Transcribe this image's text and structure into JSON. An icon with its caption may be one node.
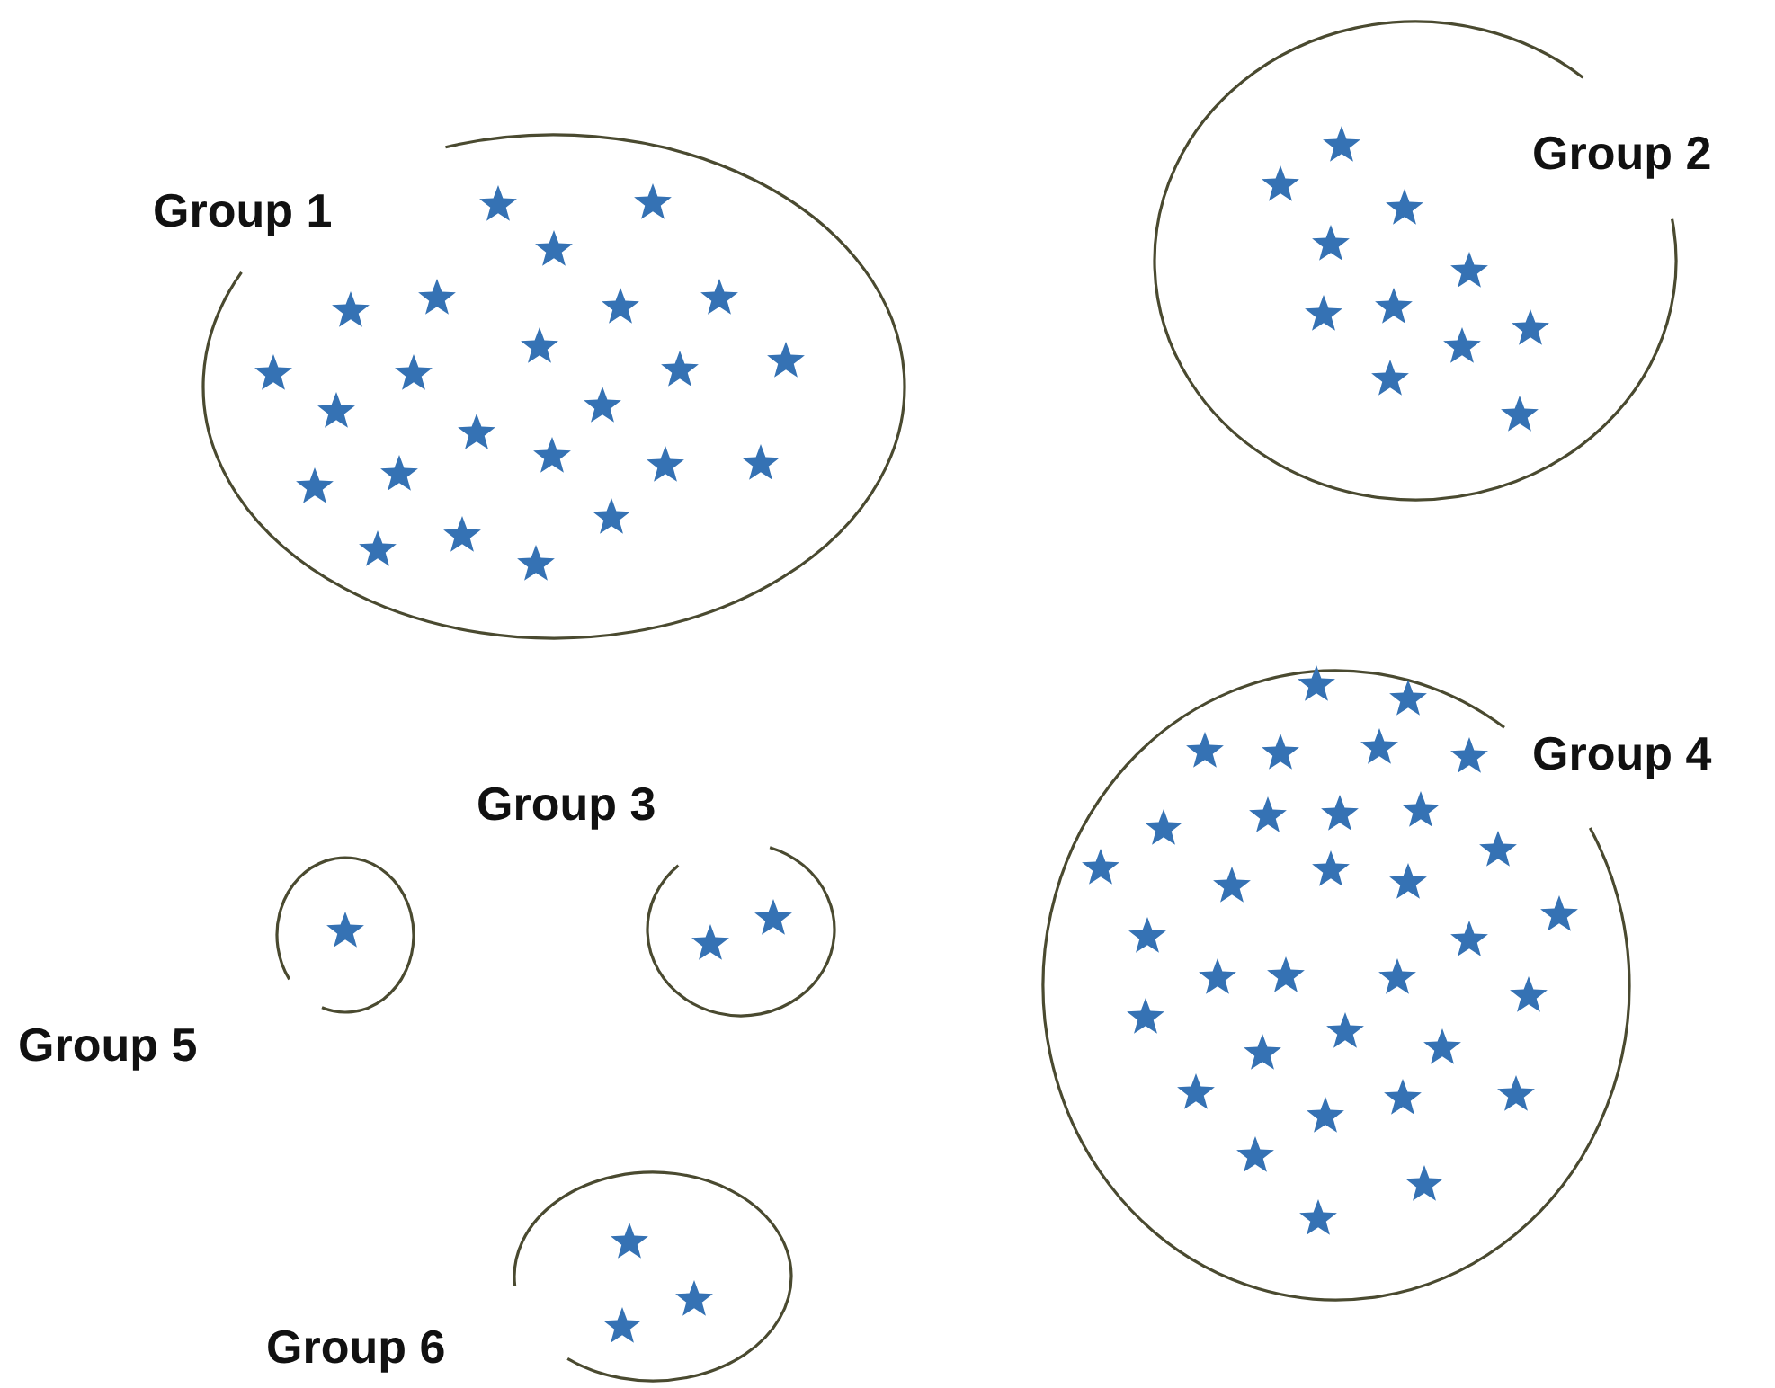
{
  "diagram": {
    "nodes": [
      {
        "text": [
          "Group 1"
        ]
      },
      {
        "text": [],
        "shape": "star",
        "in": 0
      },
      {
        "text": [],
        "shape": "star",
        "in": 0
      },
      {
        "text": [],
        "shape": "star",
        "in": 0
      },
      {
        "text": [],
        "shape": "star",
        "in": 0
      },
      {
        "text": [],
        "shape": "star",
        "in": 0
      },
      {
        "text": [],
        "shape": "star",
        "in": 0
      },
      {
        "text": [],
        "shape": "star",
        "in": 0
      },
      {
        "text": [],
        "shape": "star",
        "in": 0
      },
      {
        "text": [],
        "shape": "star",
        "in": 0
      },
      {
        "text": [],
        "shape": "star",
        "in": 0
      },
      {
        "text": [],
        "shape": "star",
        "in": 0
      },
      {
        "text": [],
        "shape": "star",
        "in": 0
      },
      {
        "text": [],
        "shape": "star",
        "in": 0
      },
      {
        "text": [],
        "shape": "star",
        "in": 0
      },
      {
        "text": [],
        "shape": "star",
        "in": 0
      },
      {
        "text": [],
        "shape": "star",
        "in": 0
      },
      {
        "text": [],
        "shape": "star",
        "in": 0
      },
      {
        "text": [],
        "shape": "star",
        "in": 0
      },
      {
        "text": [],
        "shape": "star",
        "in": 0
      },
      {
        "text": [],
        "shape": "star",
        "in": 0
      },
      {
        "text": [],
        "shape": "star",
        "in": 0
      },
      {
        "text": [],
        "shape": "star",
        "in": 0
      },
      {
        "text": [],
        "shape": "star",
        "in": 0
      },
      {
        "text": [],
        "shape": "star",
        "in": 0
      },
      {
        "text": [
          "Group 2"
        ]
      },
      {
        "text": [],
        "shape": "star",
        "in": 25
      },
      {
        "text": [],
        "shape": "star",
        "in": 25
      },
      {
        "text": [],
        "shape": "star",
        "in": 25
      },
      {
        "text": [],
        "shape": "star",
        "in": 25
      },
      {
        "text": [],
        "shape": "star",
        "in": 25
      },
      {
        "text": [],
        "shape": "star",
        "in": 25
      },
      {
        "text": [],
        "shape": "star",
        "in": 25
      },
      {
        "text": [],
        "shape": "star",
        "in": 25
      },
      {
        "text": [],
        "shape": "star",
        "in": 25
      },
      {
        "text": [],
        "shape": "star",
        "in": 25
      },
      {
        "text": [],
        "shape": "star",
        "in": 25
      },
      {
        "text": [
          "Group 3"
        ]
      },
      {
        "text": [],
        "shape": "star",
        "in": 37
      },
      {
        "text": [],
        "shape": "star",
        "in": 37
      },
      {
        "text": [
          "Group 4"
        ]
      },
      {
        "text": [],
        "shape": "star",
        "in": 40
      },
      {
        "text": [],
        "shape": "star",
        "in": 40
      },
      {
        "text": [],
        "shape": "star",
        "in": 40
      },
      {
        "text": [],
        "shape": "star",
        "in": 40
      },
      {
        "text": [],
        "shape": "star",
        "in": 40
      },
      {
        "text": [],
        "shape": "star",
        "in": 40
      },
      {
        "text": [],
        "shape": "star",
        "in": 40
      },
      {
        "text": [],
        "shape": "star",
        "in": 40
      },
      {
        "text": [],
        "shape": "star",
        "in": 40
      },
      {
        "text": [],
        "shape": "star",
        "in": 40
      },
      {
        "text": [],
        "shape": "star",
        "in": 40
      },
      {
        "text": [],
        "shape": "star",
        "in": 40
      },
      {
        "text": [],
        "shape": "star",
        "in": 40
      },
      {
        "text": [],
        "shape": "star",
        "in": 40
      },
      {
        "text": [],
        "shape": "star",
        "in": 40
      },
      {
        "text": [],
        "shape": "star",
        "in": 40
      },
      {
        "text": [],
        "shape": "star",
        "in": 40
      },
      {
        "text": [],
        "shape": "star",
        "in": 40
      },
      {
        "text": [],
        "shape": "star",
        "in": 40
      },
      {
        "text": [],
        "shape": "star",
        "in": 40
      },
      {
        "text": [],
        "shape": "star",
        "in": 40
      },
      {
        "text": [],
        "shape": "star",
        "in": 40
      },
      {
        "text": [],
        "shape": "star",
        "in": 40
      },
      {
        "text": [],
        "shape": "star",
        "in": 40
      },
      {
        "text": [],
        "shape": "star",
        "in": 40
      },
      {
        "text": [],
        "shape": "star",
        "in": 40
      },
      {
        "text": [],
        "shape": "star",
        "in": 40
      },
      {
        "text": [],
        "shape": "star",
        "in": 40
      },
      {
        "text": [],
        "shape": "star",
        "in": 40
      },
      {
        "text": [],
        "shape": "star",
        "in": 40
      },
      {
        "text": [],
        "shape": "star",
        "in": 40
      },
      {
        "text": [],
        "shape": "star",
        "in": 40
      },
      {
        "text": [],
        "shape": "star",
        "in": 40
      },
      {
        "text": [
          "Group 5"
        ]
      },
      {
        "text": [],
        "shape": "star",
        "in": 74
      },
      {
        "text": [
          "Group 6"
        ]
      },
      {
        "text": [],
        "shape": "star",
        "in": 76
      },
      {
        "text": [],
        "shape": "star",
        "in": 76
      },
      {
        "text": [],
        "shape": "star",
        "in": 76
      }
    ]
  }
}
